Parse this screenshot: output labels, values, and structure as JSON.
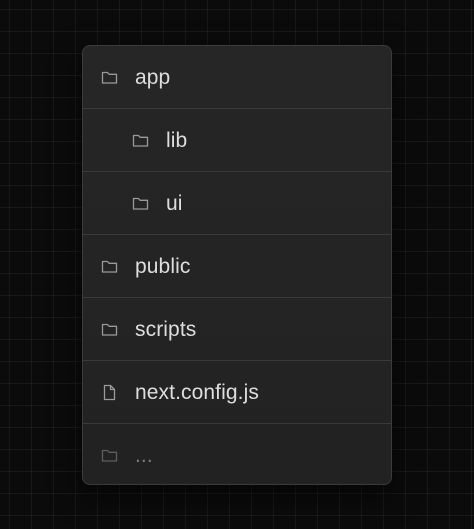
{
  "tree": {
    "items": [
      {
        "label": "app",
        "icon": "folder-icon"
      },
      {
        "label": "lib",
        "icon": "folder-icon"
      },
      {
        "label": "ui",
        "icon": "folder-icon"
      },
      {
        "label": "public",
        "icon": "folder-icon"
      },
      {
        "label": "scripts",
        "icon": "folder-icon"
      },
      {
        "label": "next.config.js",
        "icon": "file-icon"
      },
      {
        "label": "...",
        "icon": "folder-icon"
      }
    ]
  },
  "colors": {
    "background": "#0b0b0b",
    "panel": "#252525",
    "text": "#dedede",
    "icon": "#9a9a9a",
    "muted_icon": "#5e5e5e"
  }
}
